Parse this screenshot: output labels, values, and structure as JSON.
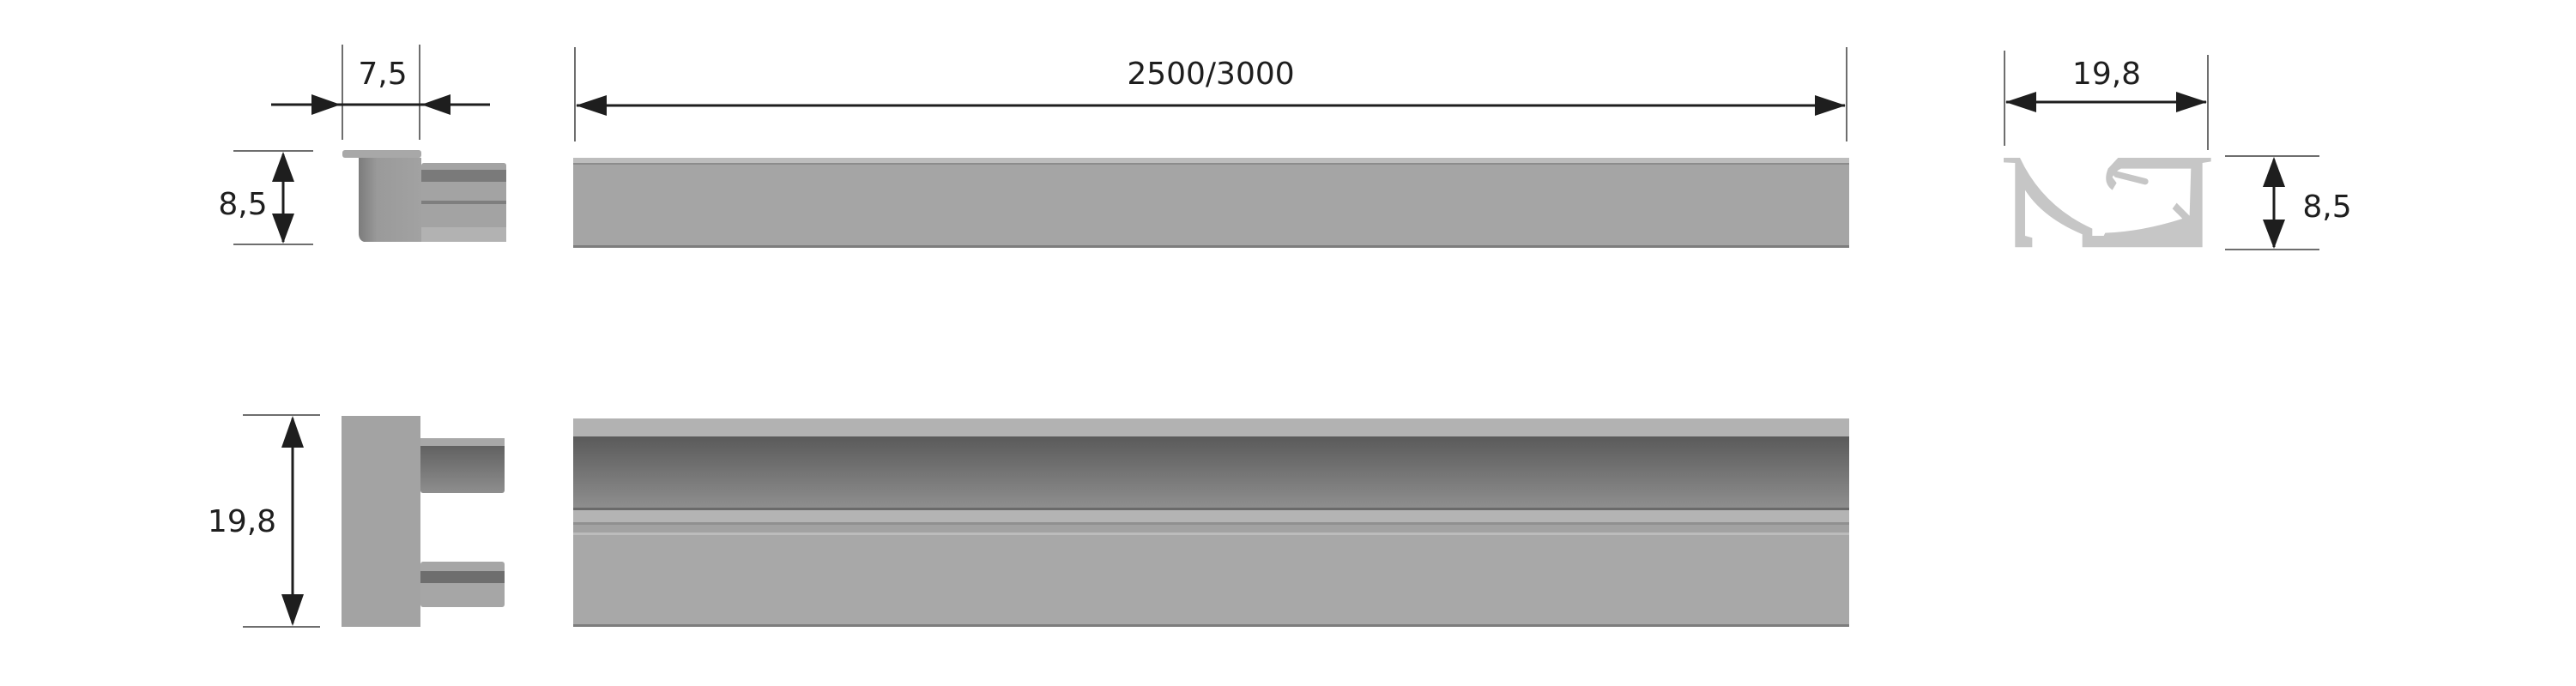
{
  "dimensions": {
    "endcap_width": "7,5",
    "endcap_height": "8,5",
    "profile_length": "2500/3000",
    "section_width": "19,8",
    "section_height": "8,5",
    "endcap_front_width": "19,8"
  },
  "colors": {
    "profile": "#a6a6a6",
    "profile_dark": "#5e5e5e",
    "section": "#c6c6c6",
    "dimension": "#1e1e1e"
  }
}
